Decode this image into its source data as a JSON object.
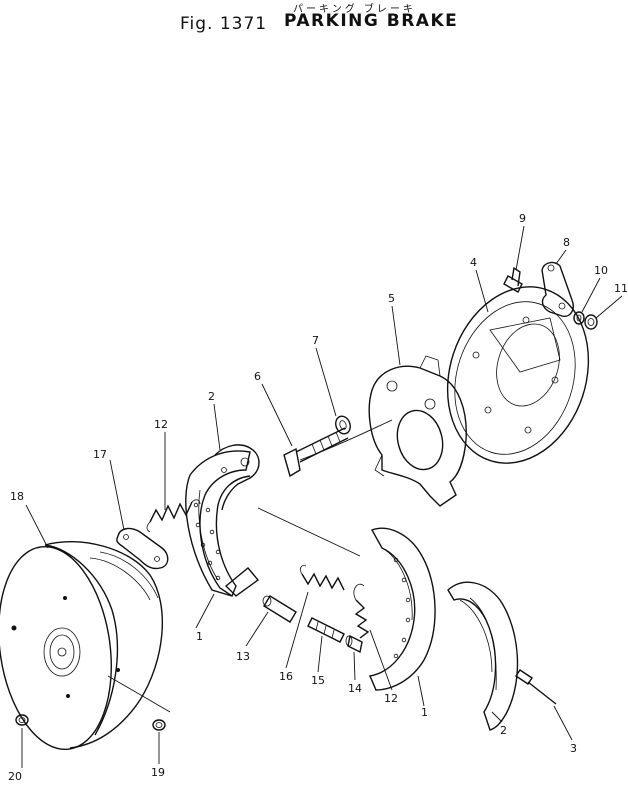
{
  "header": {
    "figure_label": "Fig. 1371",
    "kana_title": "パーキング ブレーキ",
    "title": "PARKING BRAKE"
  },
  "callouts": {
    "c1a": "1",
    "c1b": "1",
    "c2a": "2",
    "c2b": "2",
    "c3": "3",
    "c4": "4",
    "c5": "5",
    "c6": "6",
    "c7": "7",
    "c8": "8",
    "c9": "9",
    "c10": "10",
    "c11": "11",
    "c12a": "12",
    "c12b": "12",
    "c13": "13",
    "c14": "14",
    "c15": "15",
    "c16": "16",
    "c17": "17",
    "c18": "18",
    "c19": "19",
    "c20": "20"
  }
}
